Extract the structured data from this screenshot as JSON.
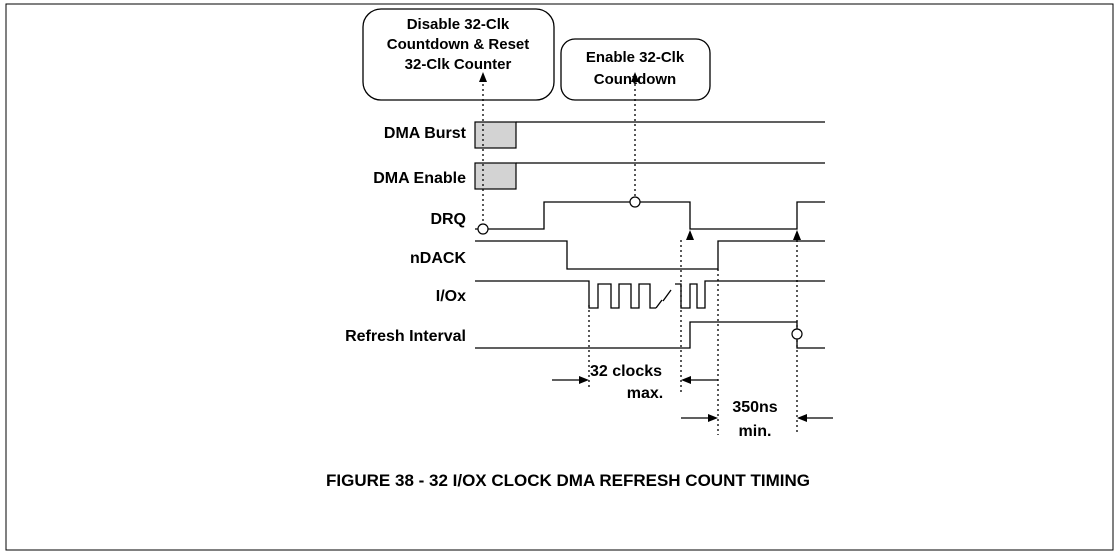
{
  "callouts": {
    "disable": [
      "Disable  32-Clk",
      "Countdown & Reset",
      "32-Clk Counter"
    ],
    "enable": [
      "Enable 32-Clk",
      "Countdown"
    ]
  },
  "signals": {
    "dma_burst": "DMA Burst",
    "dma_enable": "DMA Enable",
    "drq": "DRQ",
    "ndack": "nDACK",
    "iox": "I/Ox",
    "refresh": "Refresh Interval"
  },
  "annotations": {
    "clocks_line1": "32 clocks",
    "clocks_line2": "max.",
    "min_line1": "350ns",
    "min_line2": "min."
  },
  "caption": "FIGURE 38 - 32 I/OX CLOCK DMA REFRESH COUNT TIMING"
}
